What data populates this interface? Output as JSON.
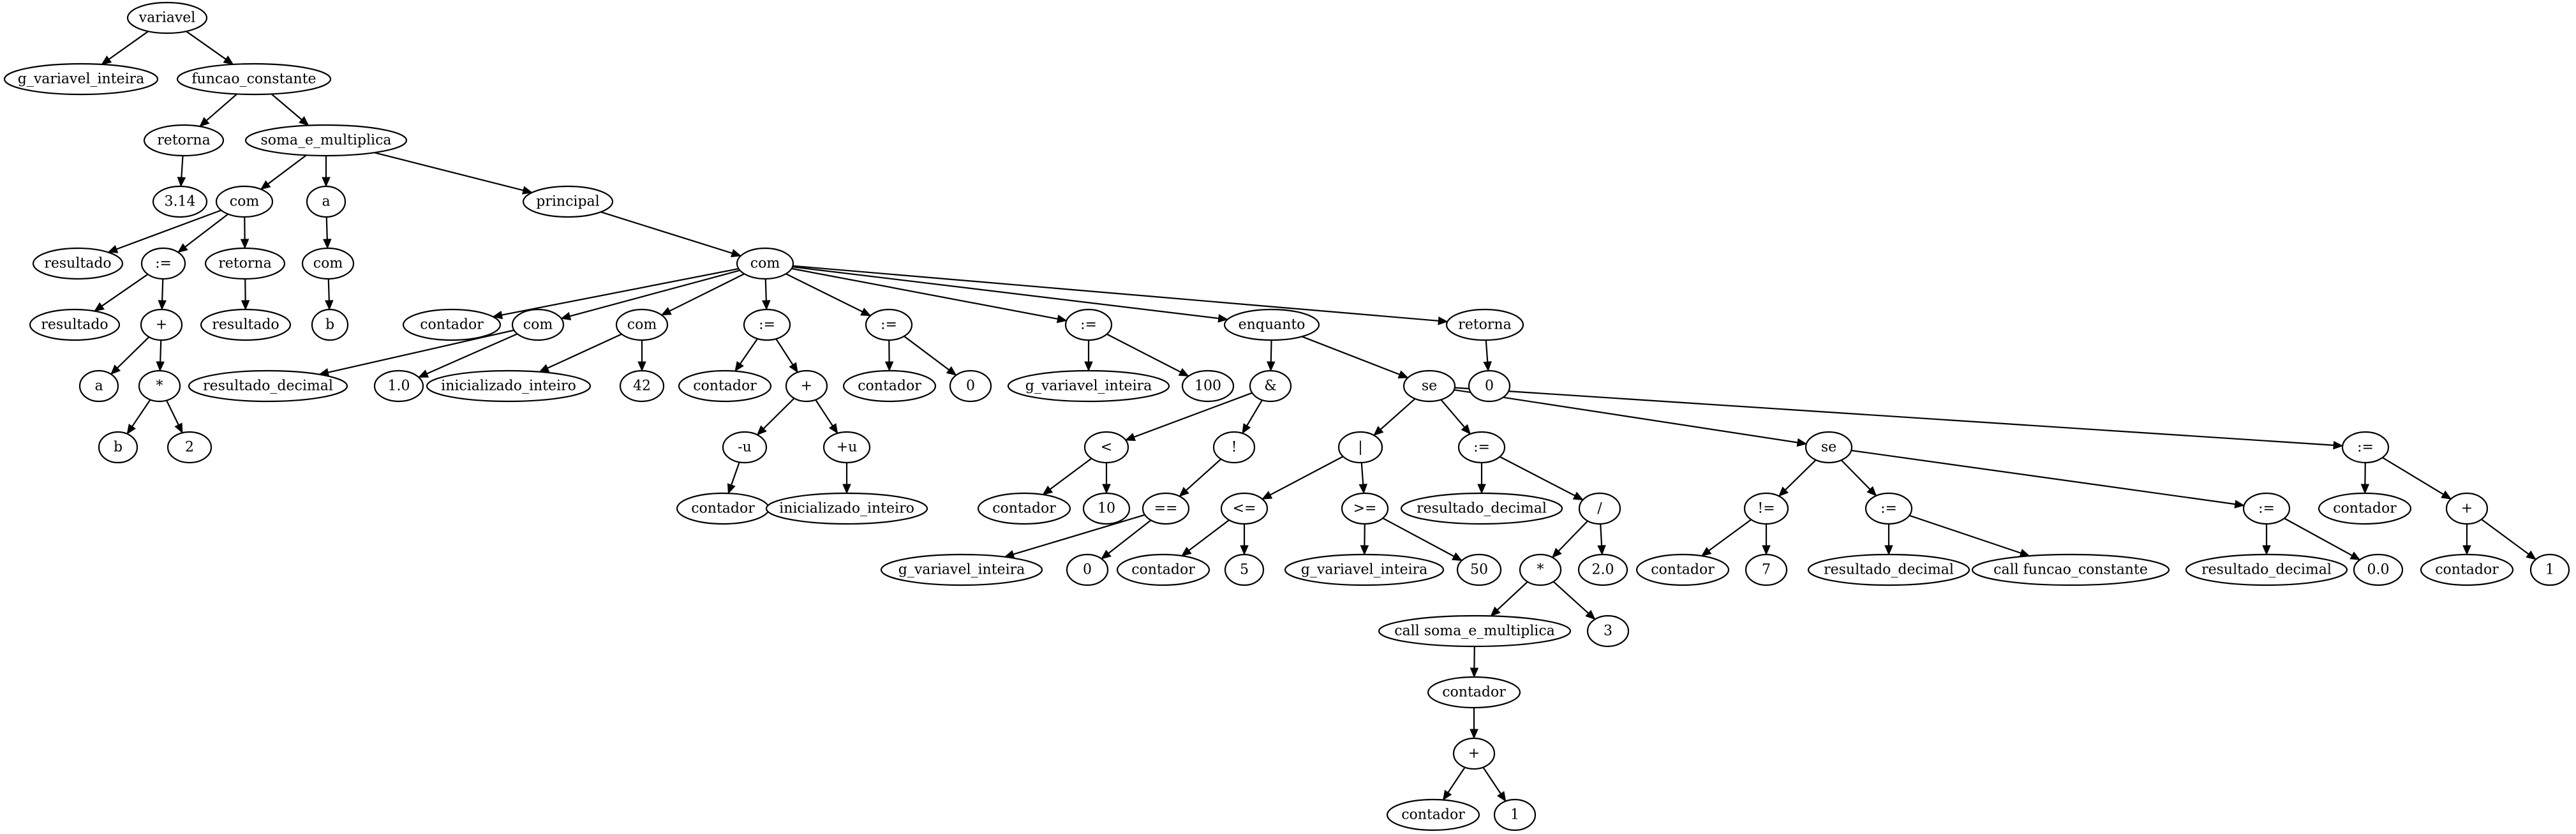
{
  "diagram": {
    "type": "tree",
    "nodes": [
      {
        "id": "n1",
        "label": "variavel"
      },
      {
        "id": "n2",
        "label": "g_variavel_inteira"
      },
      {
        "id": "n3",
        "label": "funcao_constante"
      },
      {
        "id": "n4",
        "label": "retorna"
      },
      {
        "id": "n5",
        "label": "soma_e_multiplica"
      },
      {
        "id": "n6",
        "label": "3.14"
      },
      {
        "id": "n7",
        "label": "com"
      },
      {
        "id": "n8",
        "label": "a"
      },
      {
        "id": "n9",
        "label": "principal"
      },
      {
        "id": "n10",
        "label": "resultado"
      },
      {
        "id": "n11",
        "label": ":="
      },
      {
        "id": "n12",
        "label": "retorna"
      },
      {
        "id": "n13",
        "label": "com"
      },
      {
        "id": "n14",
        "label": "com"
      },
      {
        "id": "n15",
        "label": "resultado"
      },
      {
        "id": "n16",
        "label": "+"
      },
      {
        "id": "n17",
        "label": "resultado"
      },
      {
        "id": "n18",
        "label": "b"
      },
      {
        "id": "n19",
        "label": "a"
      },
      {
        "id": "n20",
        "label": "*"
      },
      {
        "id": "n21",
        "label": "b"
      },
      {
        "id": "n22",
        "label": "2"
      },
      {
        "id": "n23",
        "label": "contador"
      },
      {
        "id": "n24",
        "label": "com"
      },
      {
        "id": "n25",
        "label": "com"
      },
      {
        "id": "n26",
        "label": ":="
      },
      {
        "id": "n27",
        "label": ":="
      },
      {
        "id": "n28",
        "label": ":="
      },
      {
        "id": "n29",
        "label": "enquanto"
      },
      {
        "id": "n30",
        "label": "retorna"
      },
      {
        "id": "n31",
        "label": "resultado_decimal"
      },
      {
        "id": "n32",
        "label": "1.0"
      },
      {
        "id": "n33",
        "label": "inicializado_inteiro"
      },
      {
        "id": "n34",
        "label": "42"
      },
      {
        "id": "n35",
        "label": "contador"
      },
      {
        "id": "n36",
        "label": "+"
      },
      {
        "id": "n37",
        "label": "contador"
      },
      {
        "id": "n38",
        "label": "0"
      },
      {
        "id": "n39",
        "label": "g_variavel_inteira"
      },
      {
        "id": "n40",
        "label": "100"
      },
      {
        "id": "n41",
        "label": "&"
      },
      {
        "id": "n42",
        "label": "se"
      },
      {
        "id": "n43",
        "label": "0"
      },
      {
        "id": "n44",
        "label": "-u"
      },
      {
        "id": "n45",
        "label": "+u"
      },
      {
        "id": "n46",
        "label": "contador"
      },
      {
        "id": "n47",
        "label": "inicializado_inteiro"
      },
      {
        "id": "n48",
        "label": "<"
      },
      {
        "id": "n49",
        "label": "!"
      },
      {
        "id": "n50",
        "label": "contador"
      },
      {
        "id": "n51",
        "label": "10"
      },
      {
        "id": "n52",
        "label": "=="
      },
      {
        "id": "n53",
        "label": "g_variavel_inteira"
      },
      {
        "id": "n54",
        "label": "0"
      },
      {
        "id": "n55",
        "label": "|"
      },
      {
        "id": "n56",
        "label": ":="
      },
      {
        "id": "n57",
        "label": "se"
      },
      {
        "id": "n58",
        "label": ":="
      },
      {
        "id": "n59",
        "label": "<="
      },
      {
        "id": "n60",
        "label": ">="
      },
      {
        "id": "n61",
        "label": "contador"
      },
      {
        "id": "n62",
        "label": "5"
      },
      {
        "id": "n63",
        "label": "g_variavel_inteira"
      },
      {
        "id": "n64",
        "label": "50"
      },
      {
        "id": "n65",
        "label": "resultado_decimal"
      },
      {
        "id": "n66",
        "label": "/"
      },
      {
        "id": "n67",
        "label": "*"
      },
      {
        "id": "n68",
        "label": "2.0"
      },
      {
        "id": "n69",
        "label": "call soma_e_multiplica"
      },
      {
        "id": "n70",
        "label": "3"
      },
      {
        "id": "n71",
        "label": "contador"
      },
      {
        "id": "n72",
        "label": "+"
      },
      {
        "id": "n73",
        "label": "contador"
      },
      {
        "id": "n74",
        "label": "1"
      },
      {
        "id": "n75",
        "label": "!="
      },
      {
        "id": "n76",
        "label": ":="
      },
      {
        "id": "n77",
        "label": ":="
      },
      {
        "id": "n78",
        "label": "contador"
      },
      {
        "id": "n79",
        "label": "7"
      },
      {
        "id": "n80",
        "label": "resultado_decimal"
      },
      {
        "id": "n81",
        "label": "call funcao_constante"
      },
      {
        "id": "n82",
        "label": "resultado_decimal"
      },
      {
        "id": "n83",
        "label": "0.0"
      },
      {
        "id": "n84",
        "label": "contador"
      },
      {
        "id": "n85",
        "label": "+"
      },
      {
        "id": "n86",
        "label": "contador"
      },
      {
        "id": "n87",
        "label": "1"
      }
    ],
    "edges": [
      [
        "n1",
        "n2"
      ],
      [
        "n1",
        "n3"
      ],
      [
        "n3",
        "n4"
      ],
      [
        "n3",
        "n5"
      ],
      [
        "n4",
        "n6"
      ],
      [
        "n5",
        "n7"
      ],
      [
        "n5",
        "n8"
      ],
      [
        "n5",
        "n9"
      ],
      [
        "n7",
        "n10"
      ],
      [
        "n7",
        "n11"
      ],
      [
        "n7",
        "n12"
      ],
      [
        "n8",
        "n13"
      ],
      [
        "n9",
        "n14"
      ],
      [
        "n11",
        "n15"
      ],
      [
        "n11",
        "n16"
      ],
      [
        "n12",
        "n17"
      ],
      [
        "n13",
        "n18"
      ],
      [
        "n16",
        "n19"
      ],
      [
        "n16",
        "n20"
      ],
      [
        "n20",
        "n21"
      ],
      [
        "n20",
        "n22"
      ],
      [
        "n14",
        "n23"
      ],
      [
        "n14",
        "n24"
      ],
      [
        "n14",
        "n25"
      ],
      [
        "n14",
        "n26"
      ],
      [
        "n14",
        "n27"
      ],
      [
        "n14",
        "n28"
      ],
      [
        "n14",
        "n29"
      ],
      [
        "n14",
        "n30"
      ],
      [
        "n24",
        "n31"
      ],
      [
        "n24",
        "n32"
      ],
      [
        "n25",
        "n33"
      ],
      [
        "n25",
        "n34"
      ],
      [
        "n26",
        "n35"
      ],
      [
        "n26",
        "n36"
      ],
      [
        "n27",
        "n37"
      ],
      [
        "n27",
        "n38"
      ],
      [
        "n28",
        "n39"
      ],
      [
        "n28",
        "n40"
      ],
      [
        "n29",
        "n41"
      ],
      [
        "n29",
        "n42"
      ],
      [
        "n30",
        "n43"
      ],
      [
        "n36",
        "n44"
      ],
      [
        "n36",
        "n45"
      ],
      [
        "n44",
        "n46"
      ],
      [
        "n45",
        "n47"
      ],
      [
        "n41",
        "n48"
      ],
      [
        "n41",
        "n49"
      ],
      [
        "n48",
        "n50"
      ],
      [
        "n48",
        "n51"
      ],
      [
        "n49",
        "n52"
      ],
      [
        "n52",
        "n53"
      ],
      [
        "n52",
        "n54"
      ],
      [
        "n42",
        "n55"
      ],
      [
        "n42",
        "n56"
      ],
      [
        "n42",
        "n57"
      ],
      [
        "n42",
        "n58"
      ],
      [
        "n55",
        "n59"
      ],
      [
        "n55",
        "n60"
      ],
      [
        "n59",
        "n61"
      ],
      [
        "n59",
        "n62"
      ],
      [
        "n60",
        "n63"
      ],
      [
        "n60",
        "n64"
      ],
      [
        "n56",
        "n65"
      ],
      [
        "n56",
        "n66"
      ],
      [
        "n66",
        "n67"
      ],
      [
        "n66",
        "n68"
      ],
      [
        "n67",
        "n69"
      ],
      [
        "n67",
        "n70"
      ],
      [
        "n69",
        "n71"
      ],
      [
        "n71",
        "n72"
      ],
      [
        "n72",
        "n73"
      ],
      [
        "n72",
        "n74"
      ],
      [
        "n57",
        "n75"
      ],
      [
        "n57",
        "n76"
      ],
      [
        "n57",
        "n77"
      ],
      [
        "n75",
        "n78"
      ],
      [
        "n75",
        "n79"
      ],
      [
        "n76",
        "n80"
      ],
      [
        "n76",
        "n81"
      ],
      [
        "n77",
        "n82"
      ],
      [
        "n77",
        "n83"
      ],
      [
        "n58",
        "n84"
      ],
      [
        "n58",
        "n85"
      ],
      [
        "n85",
        "n86"
      ],
      [
        "n85",
        "n87"
      ]
    ]
  }
}
